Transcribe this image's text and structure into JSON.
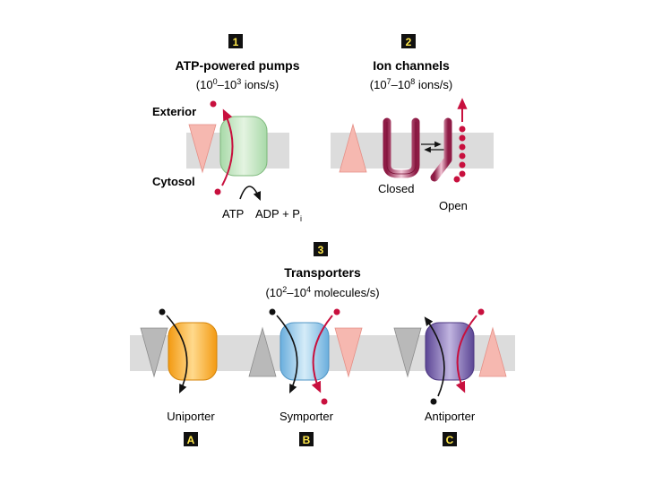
{
  "panels": {
    "p1": {
      "number": "1",
      "title": "ATP-powered pumps",
      "rate": {
        "base": "(10",
        "exp1": "0",
        "mid": "–10",
        "exp2": "3",
        "unit": " ions/s)"
      },
      "exterior": "Exterior",
      "cytosol": "Cytosol",
      "atp": "ATP",
      "adp": "ADP + P",
      "adp_sub": "i"
    },
    "p2": {
      "number": "2",
      "title": "Ion channels",
      "rate": {
        "base": "(10",
        "exp1": "7",
        "mid": "–10",
        "exp2": "8",
        "unit": " ions/s)"
      },
      "closed": "Closed",
      "open": "Open"
    },
    "p3": {
      "number": "3",
      "title": "Transporters",
      "rate": {
        "base": "(10",
        "exp1": "2",
        "mid": "–10",
        "exp2": "4",
        "unit": " molecules/s)"
      },
      "uniporter": "Uniporter",
      "symporter": "Symporter",
      "antiporter": "Antiporter",
      "letter_a": "A",
      "letter_b": "B",
      "letter_c": "C"
    }
  },
  "colors": {
    "membrane": "#dcdcdc",
    "ion": "#c8103e",
    "pump": "#bfe3bf",
    "channel": "#a4204f",
    "uniporter": "#f6a623",
    "symporter": "#8fc3e6",
    "antiporter": "#7a63ab",
    "gradient_red": "#f6b8b0",
    "gradient_gray": "#b9b9b9",
    "badge_fill": "#111111",
    "badge_text": "#ffe84a"
  }
}
